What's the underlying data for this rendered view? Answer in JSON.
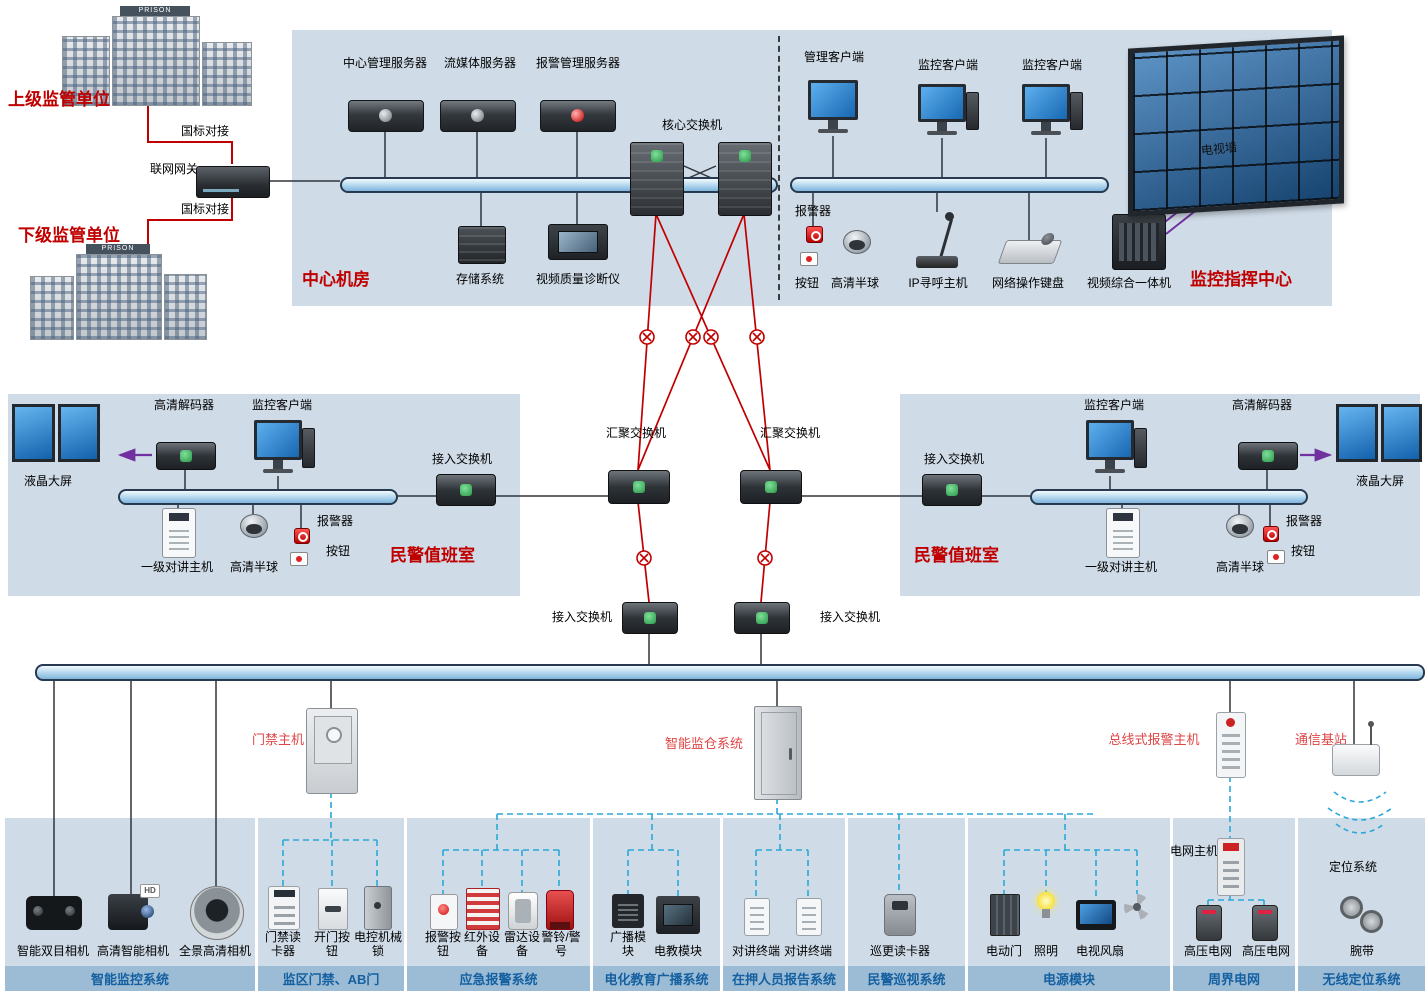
{
  "top_left": {
    "upper_unit": "上级监管单位",
    "gb_link_upper": "国标对接",
    "gateway": "联网网关",
    "gb_link_lower": "国标对接",
    "lower_unit": "下级监管单位",
    "building_sign": "PRISON"
  },
  "center_room": {
    "title": "中心机房",
    "server_mgmt": "中心管理服务器",
    "server_media": "流媒体服务器",
    "server_alarm": "报警管理服务器",
    "core_switch": "核心交换机",
    "storage": "存储系统",
    "video_diag": "视频质量诊断仪"
  },
  "command_center": {
    "title": "监控指挥中心",
    "client_mgmt": "管理客户端",
    "client_mon1": "监控客户端",
    "client_mon2": "监控客户端",
    "alarm": "报警器",
    "button": "按钮",
    "dome": "高清半球",
    "ip_paging": "IP寻呼主机",
    "net_keyboard": "网络操作键盘",
    "video_matrix": "视频综合一体机",
    "tv_wall": "电视墙"
  },
  "backbone": {
    "agg_switch_left": "汇聚交换机",
    "agg_switch_right": "汇聚交换机",
    "access_switch_left": "接入交换机",
    "access_switch_right": "接入交换机"
  },
  "duty_room_left": {
    "title": "民警值班室",
    "decoder": "高清解码器",
    "client": "监控客户端",
    "lcd_wall": "液晶大屏",
    "access_switch": "接入交换机",
    "intercom_host": "一级对讲主机",
    "dome": "高清半球",
    "alarm": "报警器",
    "button": "按钮"
  },
  "duty_room_right": {
    "title": "民警值班室",
    "decoder": "高清解码器",
    "client": "监控客户端",
    "lcd_wall": "液晶大屏",
    "access_switch": "接入交换机",
    "intercom_host": "一级对讲主机",
    "dome": "高清半球",
    "alarm": "报警器",
    "button": "按钮"
  },
  "field_hosts": {
    "door_host": "门禁主机",
    "smart_cell_system": "智能监仓系统",
    "bus_alarm_host": "总线式报警主机",
    "comm_base_station": "通信基站",
    "grid_host": "电网主机",
    "positioning_system": "定位系统"
  },
  "icon_text": {
    "hd_badge": "HD"
  },
  "systems": [
    {
      "title": "智能监控系统",
      "devices": [
        "智能双目相机",
        "高清智能相机",
        "全景高清相机"
      ]
    },
    {
      "title": "监区门禁、AB门",
      "devices": [
        "门禁读卡器",
        "开门按钮",
        "电控机械锁"
      ]
    },
    {
      "title": "应急报警系统",
      "devices": [
        "报警按钮",
        "红外设备",
        "雷达设备",
        "警铃/警号"
      ]
    },
    {
      "title": "电化教育广播系统",
      "devices": [
        "广播模块",
        "电教模块"
      ]
    },
    {
      "title": "在押人员报告系统",
      "devices": [
        "对讲终端",
        "对讲终端"
      ]
    },
    {
      "title": "民警巡视系统",
      "devices": [
        "巡更读卡器"
      ]
    },
    {
      "title": "电源模块",
      "devices": [
        "电动门",
        "照明",
        "电视风扇"
      ]
    },
    {
      "title": "周界电网",
      "devices": [
        "高压电网",
        "高压电网"
      ]
    },
    {
      "title": "无线定位系统",
      "devices": [
        "腕带"
      ]
    }
  ]
}
